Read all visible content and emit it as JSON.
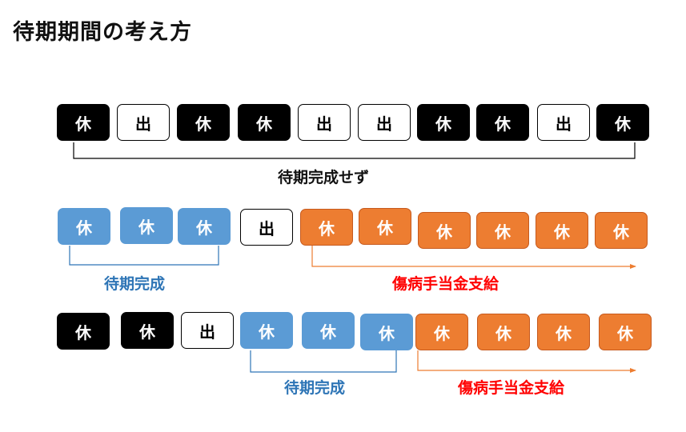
{
  "title": "待期期間の考え方",
  "glyphs": {
    "rest": "休",
    "work": "出"
  },
  "rows": [
    {
      "days": [
        "休",
        "出",
        "休",
        "休",
        "出",
        "出",
        "休",
        "休",
        "出",
        "休"
      ],
      "types": [
        "rest",
        "work",
        "rest",
        "rest",
        "work",
        "work",
        "rest",
        "rest",
        "work",
        "rest"
      ],
      "labels": {
        "waiting": "待期完成せず"
      }
    },
    {
      "days": [
        "休",
        "休",
        "休",
        "出",
        "休",
        "休",
        "休",
        "休",
        "休",
        "休"
      ],
      "types": [
        "blue",
        "blue",
        "blue",
        "work",
        "orange",
        "orange",
        "orange",
        "orange",
        "orange",
        "orange"
      ],
      "labels": {
        "waiting": "待期完成",
        "benefit": "傷病手当金支給"
      }
    },
    {
      "days": [
        "休",
        "休",
        "出",
        "休",
        "休",
        "休",
        "休",
        "休",
        "休",
        "休"
      ],
      "types": [
        "rest",
        "rest",
        "work",
        "blue",
        "blue",
        "blue",
        "orange",
        "orange",
        "orange",
        "orange"
      ],
      "labels": {
        "waiting": "待期完成",
        "benefit": "傷病手当金支給"
      }
    }
  ],
  "colors": {
    "rest": "#000000",
    "work": "#ffffff",
    "waiting_complete": "#5b9bd5",
    "benefit": "#ed7d31",
    "waiting_label": "#2e75b6",
    "benefit_label": "#ff0000"
  }
}
